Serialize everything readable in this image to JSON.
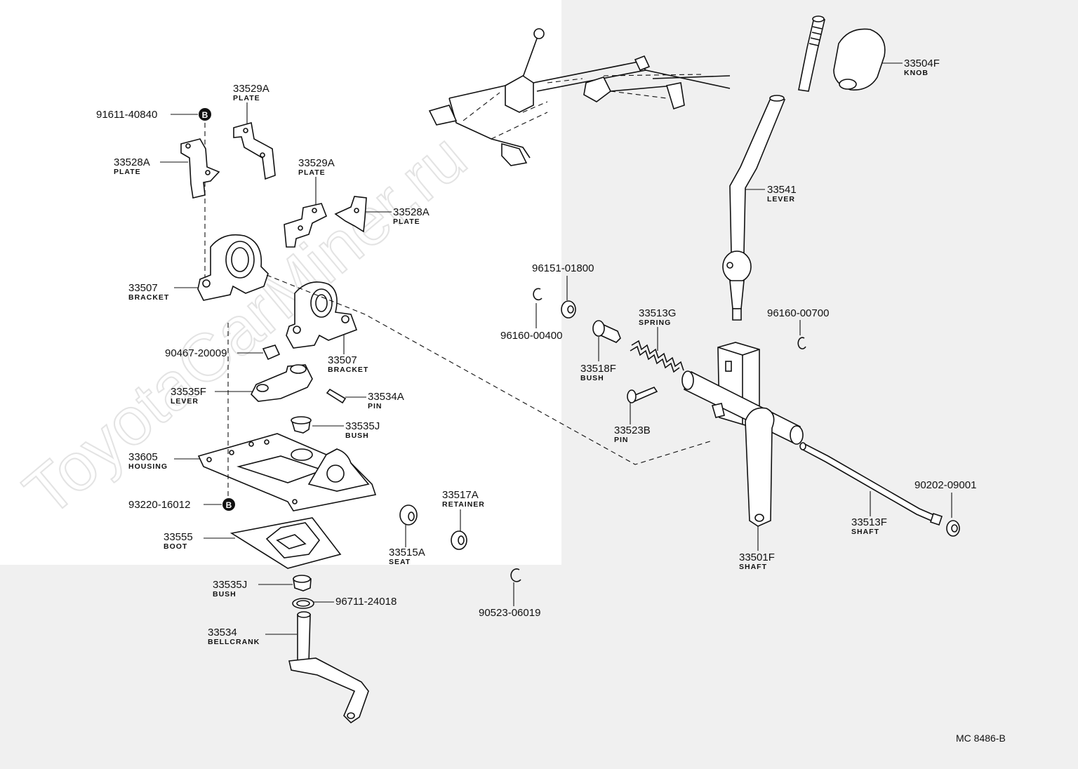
{
  "watermark": "ToyotaCarMiner.ru",
  "diagram_code": "MC 8486-B",
  "bolt_marker": "B",
  "parts": {
    "p91611": {
      "num": "91611-40840",
      "name": ""
    },
    "p33529a_1": {
      "num": "33529A",
      "name": "PLATE"
    },
    "p33528a_1": {
      "num": "33528A",
      "name": "PLATE"
    },
    "p33529a_2": {
      "num": "33529A",
      "name": "PLATE"
    },
    "p33528a_2": {
      "num": "33528A",
      "name": "PLATE"
    },
    "p33507_1": {
      "num": "33507",
      "name": "BRACKET"
    },
    "p33507_2": {
      "num": "33507",
      "name": "BRACKET"
    },
    "p90467": {
      "num": "90467-20009",
      "name": ""
    },
    "p33535f": {
      "num": "33535F",
      "name": "LEVER"
    },
    "p33534a": {
      "num": "33534A",
      "name": "PIN"
    },
    "p33535j_1": {
      "num": "33535J",
      "name": "BUSH"
    },
    "p33605": {
      "num": "33605",
      "name": "HOUSING"
    },
    "p93220": {
      "num": "93220-16012",
      "name": ""
    },
    "p33555": {
      "num": "33555",
      "name": "BOOT"
    },
    "p33535j_2": {
      "num": "33535J",
      "name": "BUSH"
    },
    "p96711": {
      "num": "96711-24018",
      "name": ""
    },
    "p33534": {
      "num": "33534",
      "name": "BELLCRANK"
    },
    "p33517a": {
      "num": "33517A",
      "name": "RETAINER"
    },
    "p33515a": {
      "num": "33515A",
      "name": "SEAT"
    },
    "p90523": {
      "num": "90523-06019",
      "name": ""
    },
    "p96151": {
      "num": "96151-01800",
      "name": ""
    },
    "p96160_400": {
      "num": "96160-00400",
      "name": ""
    },
    "p33518f": {
      "num": "33518F",
      "name": "BUSH"
    },
    "p33513g": {
      "num": "33513G",
      "name": "SPRING"
    },
    "p33523b": {
      "num": "33523B",
      "name": "PIN"
    },
    "p33504f": {
      "num": "33504F",
      "name": "KNOB"
    },
    "p33541": {
      "num": "33541",
      "name": "LEVER"
    },
    "p96160_700": {
      "num": "96160-00700",
      "name": ""
    },
    "p90202": {
      "num": "90202-09001",
      "name": ""
    },
    "p33513f": {
      "num": "33513F",
      "name": "SHAFT"
    },
    "p33501f": {
      "num": "33501F",
      "name": "SHAFT"
    }
  }
}
